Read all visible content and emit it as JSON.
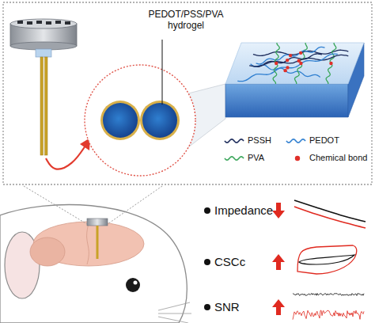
{
  "diagram": {
    "labels": [
      "PEDOT/PSS/PVA hydrogel",
      "Impedance",
      "CSCc",
      "SNR"
    ],
    "legend": [
      {
        "text": "PSSH"
      },
      {
        "text": "PEDOT"
      },
      {
        "text": "PVA"
      },
      {
        "text": "Chemical bond"
      }
    ]
  }
}
